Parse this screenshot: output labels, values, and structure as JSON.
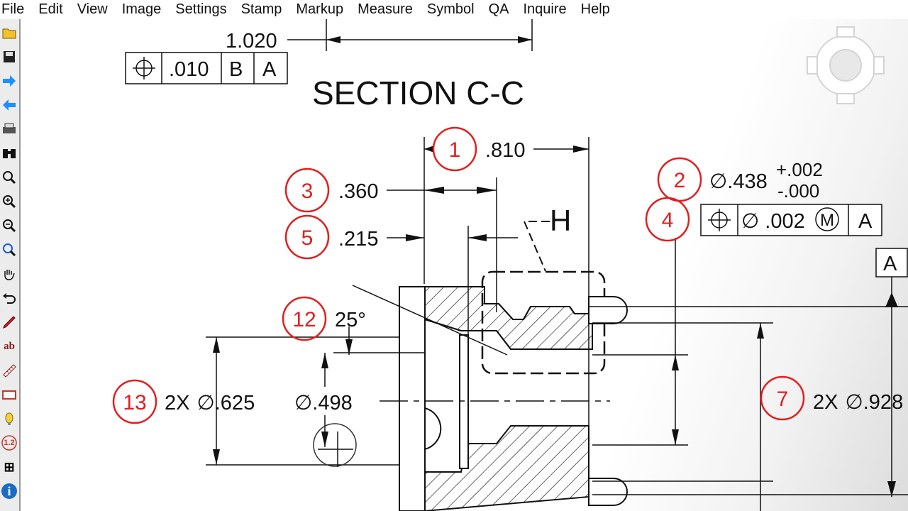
{
  "menu": [
    "File",
    "Edit",
    "View",
    "Image",
    "Settings",
    "Stamp",
    "Markup",
    "Measure",
    "Symbol",
    "QA",
    "Inquire",
    "Help"
  ],
  "toolbar_icons": [
    "open-folder-icon",
    "save-icon",
    "forward-arrow-icon",
    "back-arrow-icon",
    "print-icon",
    "binoculars-icon",
    "zoom-icon",
    "zoom-in-icon",
    "zoom-out-icon",
    "zoom-window-icon",
    "pan-hand-icon",
    "undo-icon",
    "pencil-icon",
    "text-icon",
    "ruler-icon",
    "stamp-icon",
    "bulb-icon",
    "count-icon",
    "table-icon",
    "info-icon"
  ],
  "toolbar_glyphs": {
    "text-icon": "ab",
    "count-icon": "1.2",
    "info-icon": "i",
    "table-icon": "⊞"
  },
  "drawing": {
    "dim_top": "1.020",
    "fcf_top": {
      "tol": ".010",
      "datum1": "B",
      "datum2": "A"
    },
    "section_title": "SECTION C-C",
    "dim_810": ".810",
    "dim_360": ".360",
    "dim_215": ".215",
    "dim_438": ".438",
    "dim_438_tol_plus": "+.002",
    "dim_438_tol_minus": "-.000",
    "fcf_right": {
      "tol": ".002",
      "modifier": "M",
      "datum": "A"
    },
    "datum_label": "A",
    "label_H": "H",
    "angle": "25°",
    "dim_625_qty": "2X",
    "dim_625": ".625",
    "dim_498": ".498",
    "dim_928_qty": "2X",
    "dim_928": ".928",
    "diameter_symbol": "∅"
  },
  "balloons": [
    {
      "num": "1"
    },
    {
      "num": "2"
    },
    {
      "num": "3"
    },
    {
      "num": "4"
    },
    {
      "num": "5"
    },
    {
      "num": "12"
    },
    {
      "num": "13"
    },
    {
      "num": "7"
    }
  ],
  "colors": {
    "balloon": "#e21e1e",
    "ink": "#111111",
    "toolbar_bg": "#ececec"
  }
}
